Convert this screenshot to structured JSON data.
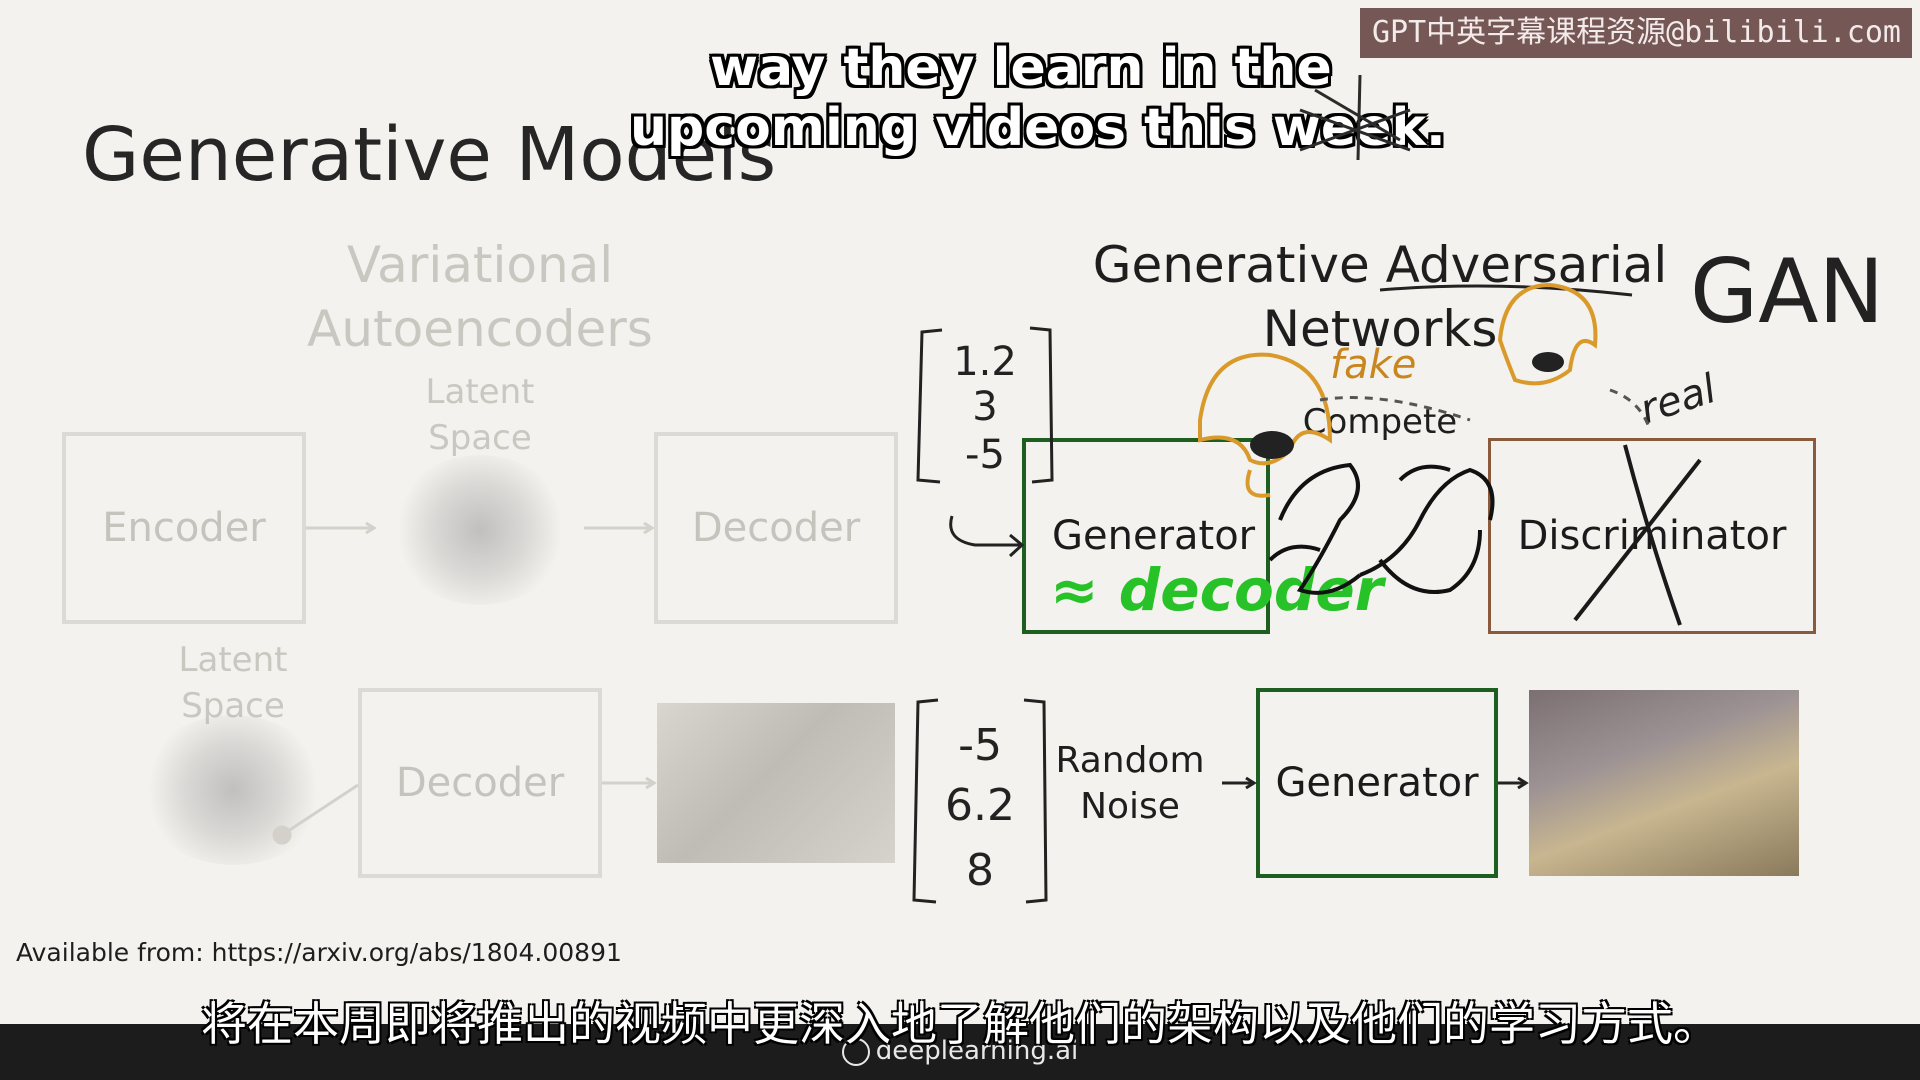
{
  "watermark": "GPT中英字幕课程资源@bilibili.com",
  "captions": {
    "en_line1": "way they learn in the",
    "en_line2": "upcoming videos this week.",
    "zh": "将在本周即将推出的视频中更深入地了解他们的架构以及他们的学习方式。"
  },
  "slide": {
    "title": "Generative Models",
    "vae": {
      "title_line1": "Variational",
      "title_line2": "Autoencoders",
      "latent_top_line1": "Latent",
      "latent_top_line2": "Space",
      "encoder": "Encoder",
      "decoder_top": "Decoder",
      "latent_bottom_line1": "Latent",
      "latent_bottom_line2": "Space",
      "decoder_bottom": "Decoder"
    },
    "gan": {
      "title_line1": "Generative Adversarial",
      "title_line2": "Networks",
      "compete": "Compete",
      "generator_top": "Generator",
      "discriminator": "Discriminator",
      "random_noise_line1": "Random",
      "random_noise_line2": "Noise",
      "generator_bottom": "Generator"
    },
    "annotations": {
      "gan": "GAN",
      "fake": "fake",
      "real": "real",
      "decoder_note": "≈ decoder",
      "vector_top": [
        "1.2",
        "3",
        "-5"
      ],
      "vector_bottom": [
        "-5",
        "6.2",
        "8"
      ]
    },
    "source": "Available from: https://arxiv.org/abs/1804.00891"
  },
  "footer": {
    "brand": "deeplearning.ai"
  },
  "colors": {
    "generator_border": "#1e5e20",
    "discriminator_border": "#8a5a3c",
    "ink_orange": "#d99a2b",
    "ink_green": "#27c227"
  }
}
